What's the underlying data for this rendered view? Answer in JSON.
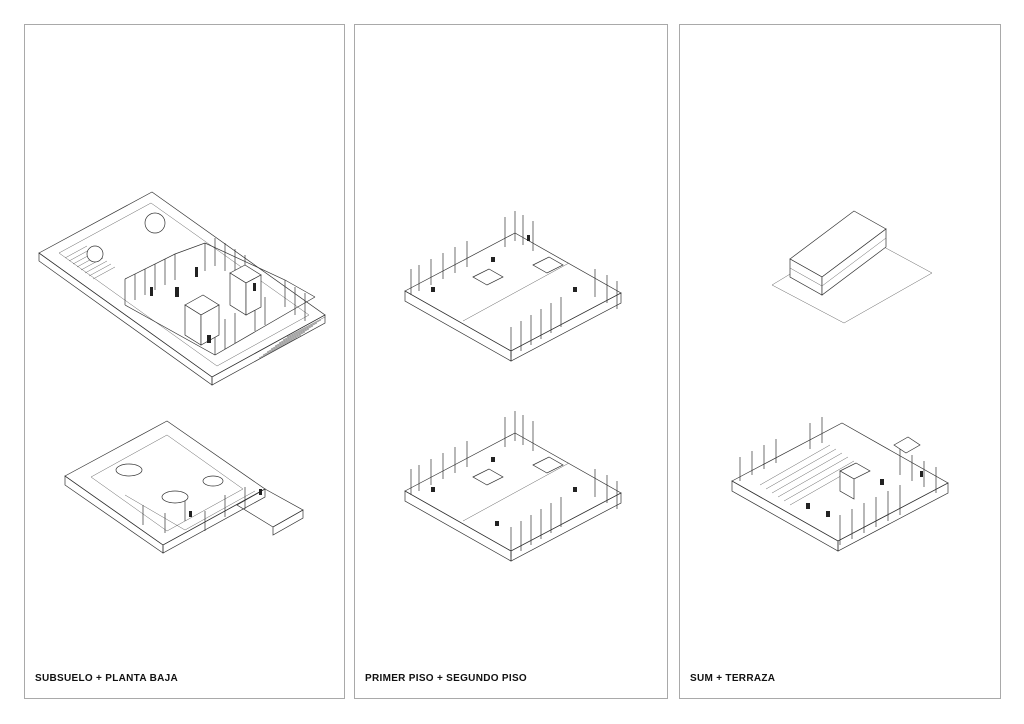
{
  "panels": [
    {
      "caption": "SUBSUELO + PLANTA BAJA"
    },
    {
      "caption": "PRIMER PISO + SEGUNDO PISO"
    },
    {
      "caption": "SUM + TERRAZA"
    }
  ]
}
